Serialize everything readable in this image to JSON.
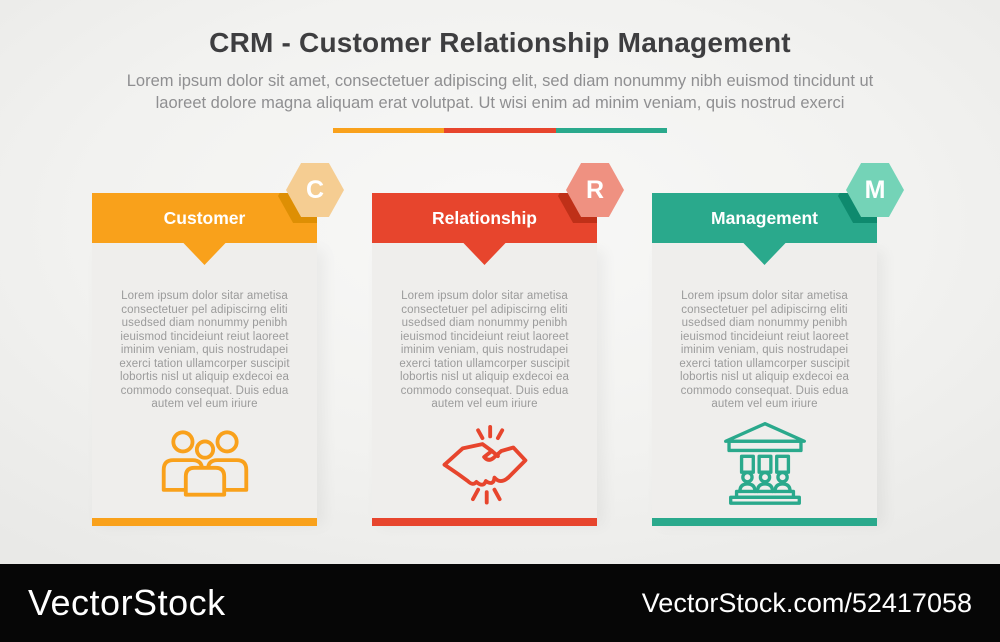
{
  "header": {
    "title": "CRM - Customer Relationship Management",
    "subtitle_lines": [
      "Lorem ipsum dolor sit amet, consectetuer adipiscing elit, sed diam nonummy nibh euismod tincidunt ut",
      "laoreet dolore magna aliquam erat volutpat. Ut wisi enim ad minim veniam, quis nostrud exerci"
    ]
  },
  "divider": {
    "segments": [
      "#F9A11B",
      "#E7452D",
      "#2AA98C"
    ]
  },
  "cards": [
    {
      "title": "Customer",
      "badge_letter": "C",
      "icon": "people-group-icon",
      "accent_color": "#F9A11B",
      "badge_color": "#F5CD92",
      "badge_shadow_color": "#DE8F04",
      "body_lines": [
        "Lorem ipsum dolor sitar ametisa",
        "consectetuer pel adipiscirng eliti",
        "usedsed diam nonummy penibh",
        "ieuismod tincideiunt reiut laoreet",
        "iminim veniam, quis nostrudapei",
        "exerci tation ullamcorper suscipit",
        "lobortis nisl ut aliquip exdecoi ea",
        "commodo consequat. Duis edua",
        "autem vel eum iriure"
      ]
    },
    {
      "title": "Relationship",
      "badge_letter": "R",
      "icon": "handshake-icon",
      "accent_color": "#E7452D",
      "badge_color": "#EF9181",
      "badge_shadow_color": "#BF3018",
      "body_lines": [
        "Lorem ipsum dolor sitar ametisa",
        "consectetuer pel adipiscirng eliti",
        "usedsed diam nonummy penibh",
        "ieuismod tincideiunt reiut laoreet",
        "iminim veniam, quis nostrudapei",
        "exerci tation ullamcorper suscipit",
        "lobortis nisl ut aliquip exdecoi ea",
        "commodo consequat. Duis edua",
        "autem vel eum iriure"
      ]
    },
    {
      "title": "Management",
      "badge_letter": "M",
      "icon": "bank-building-icon",
      "accent_color": "#2AA98C",
      "badge_color": "#74D3B7",
      "badge_shadow_color": "#0E8A6E",
      "body_lines": [
        "Lorem ipsum dolor sitar ametisa",
        "consectetuer pel adipiscirng eliti",
        "usedsed diam nonummy penibh",
        "ieuismod tincideiunt reiut laoreet",
        "iminim veniam, quis nostrudapei",
        "exerci tation ullamcorper suscipit",
        "lobortis nisl ut aliquip exdecoi ea",
        "commodo consequat. Duis edua",
        "autem vel eum iriure"
      ]
    }
  ],
  "watermark": {
    "brand": "VectorStock",
    "url_text": "VectorStock.com/52417058"
  }
}
